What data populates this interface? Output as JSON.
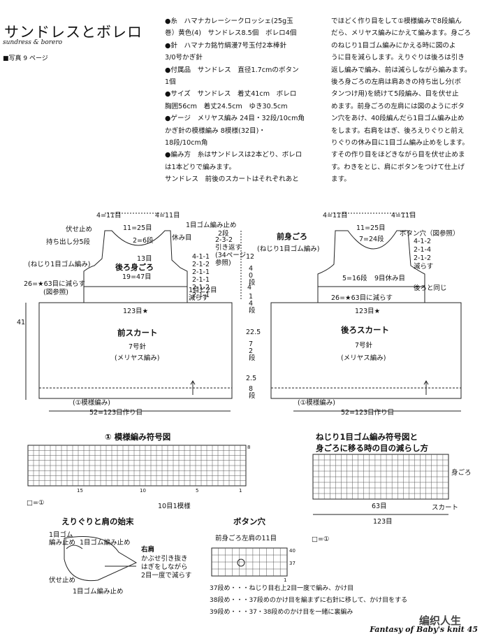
{
  "header": {
    "title": "サンドレスとボレロ",
    "subtitle": "sundress & borero",
    "photo_ref": "■写真 9 ページ"
  },
  "materials": {
    "left_lines": [
      "●糸　ハマナカレーシークロッシェ(25g玉",
      "巻）黄色(4)　サンドレス8.5個　ボレロ4個",
      "●針　ハマナカ銘竹絹漫7号玉付2本棒針",
      "3/0号かぎ針",
      "●付属品　サンドレス　直径1.7cmのボタン",
      "1個",
      "●サイズ　サンドレス　着丈41cm　ボレロ",
      "胸囲56cm　着丈24.5cm　ゆき30.5cm",
      "●ゲージ　メリヤス編み 24目・32段/10cm角",
      "かぎ針の模様編み 8模様(32目)・",
      "18段/10cm角",
      "●編み方　糸はサンドレスは2本どり、ボレロ",
      "は1本どりで編みます。",
      "サンドレス　前後のスカートはそれぞれあと"
    ],
    "right_lines": [
      "でほどく作り目をして①模様編みで8段編ん",
      "だら、メリヤス編みにかえて編みます。身ごろ",
      "のねじり1目ゴム編みにかえる時に図のよ",
      "うに目を減らします。えりぐりは後ろは引き",
      "返し編みで編み、前は減らしながら編みます。",
      "後ろ身ごろの左肩は肩あきの持ち出し分(ボ",
      "タンつけ用)を続けて5段編み、目を伏せ止",
      "めます。前身ごろの左肩には図のようにボタ",
      "ン穴をあけ、40段編んだら1目ゴム編み止め",
      "をします。右肩をはぎ、後ろえりぐりと前え",
      "りぐりの休み目に1目ゴム編み止めをします。",
      "すその作り目をほどきながら目を伏せ止めま",
      "す。わきをとじ、肩にボタンをつけて仕上げ",
      "ます。"
    ]
  },
  "front_diagram": {
    "top_4_11": "4=11目",
    "top_4_11b": "4=11目",
    "top_11_25": "11=25目",
    "fuse": "伏せ止め",
    "mochidashi": "持ち出し分5段",
    "gomu_stop": "1目ゴム編み止め",
    "two_rows": "2段",
    "two_6": "2=6段",
    "yasumi": "休み目",
    "thirteen": "13目",
    "hikikaeshi": "2-3-2\n引き返す\n(34ページ\n参照)",
    "nejiri": "(ねじり1目ゴム編み)",
    "piece": "後ろ身ごろ",
    "nineteen": "19=47目",
    "dec_list": "4-1-1\n2-1-2\n2-1-1\n2-1-1\n2-1-2\n2-1-1",
    "nejiri_dec": "1目と2目\n減らす",
    "dec_26": "26=★63目に減らす",
    "dec_ref": "(図参照)",
    "width_123": "123目★",
    "skirt": "前スカート",
    "needle": "7号針",
    "meriyasu": "(メリヤス編み)",
    "pattern1": "(①模様編み)",
    "bottom_52": "52=123目作り目",
    "h41": "41",
    "h12": "12",
    "h40": "40段",
    "h4": "4",
    "h14": "14段",
    "h225": "22.5",
    "h72": "72段",
    "h25": "2.5",
    "h8": "8段"
  },
  "back_diagram": {
    "top_4_11": "4=11目",
    "top_4_11b": "4=11目",
    "top_11_25": "11=25目",
    "piece": "前身ごろ",
    "nejiri": "(ねじり1目ゴム編み)",
    "button_hole": "ボタン穴（図参照）",
    "seven": "7=24段",
    "five": "5=16段",
    "nine": "9目休み目",
    "dec_list": "4-1-2\n2-1-4\n2-1-2\n減らす",
    "same_back": "後ろと同じ",
    "dec_26": "26=★63目に減らす",
    "width_123": "123目★",
    "skirt": "後ろスカート",
    "needle": "7号針",
    "meriyasu": "(メリヤス編み)",
    "pattern1": "(①模様編み)",
    "bottom_52": "52=123目作り目"
  },
  "chart1": {
    "title": "① 模様編み符号図",
    "repeat": "10目1模様",
    "legend_label": "□=①",
    "n15": "15",
    "n10": "10",
    "n5": "5",
    "n1": "1",
    "rows": "8"
  },
  "chart2": {
    "title_line1": "ねじり1目ゴム編み符号図と",
    "title_line2": "身ごろに移る時の目の減らし方",
    "mi": "身ごろ",
    "skirt": "スカート",
    "n63": "63目",
    "n123": "123目",
    "legend_label": "□=①"
  },
  "neck": {
    "title": "えりぐりと肩の始末",
    "one_row": "1目ゴム編み止め",
    "one_row2": "1目ゴム\n編み止め",
    "fuse": "伏せ止め",
    "right_shoulder": "右肩",
    "kake": "かぶせ引き抜き\nはぎをしながら\n2目一度で減らす",
    "gomu_bottom": "1目ゴム編み止め"
  },
  "button": {
    "title": "ボタン穴",
    "front_left": "前身ごろ左肩の11目",
    "r40": "40",
    "r37": "37",
    "r1": "1",
    "line1": "37段め・・・ねじり目右上2目一度で編み、かけ目",
    "line2": "38段め・・・37段めのかけ目を編まずに右針に移して、かけ目をする",
    "line3": "39段め・・・37・38段めのかけ目を一緒に裏編み"
  },
  "footer": {
    "text": "Fantasy of Baby's knit",
    "page": "45",
    "watermark": "编织人生"
  }
}
